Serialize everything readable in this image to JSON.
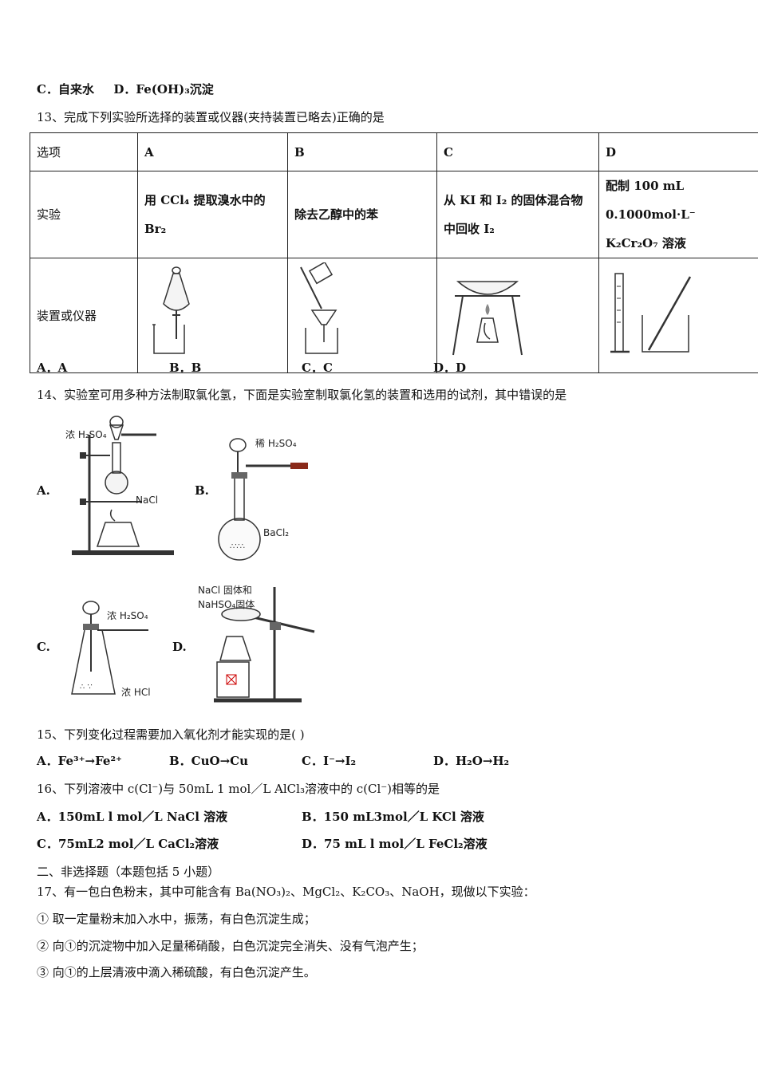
{
  "q12_tail": {
    "c": "C．自来水",
    "d": "D．Fe(OH)₃沉淀"
  },
  "q13": {
    "stem": "13、完成下列实验所选择的装置或仪器(夹持装置已略去)正确的是",
    "headers": [
      "选项",
      "A",
      "B",
      "C",
      "D"
    ],
    "row_experiment_label": "实验",
    "experiments": [
      "用 CCl₄ 提取溴水中的 Br₂",
      "除去乙醇中的苯",
      "从 KI 和 I₂ 的固体混合物中回收 I₂",
      "配制 100 mL 0.1000mol·L⁻ K₂Cr₂O₇ 溶液"
    ],
    "row_apparatus_label": "装置或仪器",
    "options": [
      "A．A",
      "B．B",
      "C．C",
      "D．D"
    ]
  },
  "q14": {
    "stem": "14、实验室可用多种方法制取氯化氢，下面是实验室制取氯化氢的装置和选用的试剂，其中错误的是",
    "option_letters": [
      "A.",
      "B.",
      "C.",
      "D."
    ],
    "figure_labels": {
      "a_acid": "浓 H₂SO₄",
      "a_solid": "NaCl",
      "b_acid": "稀 H₂SO₄",
      "b_solid": "BaCl₂",
      "c_acid": "浓 H₂SO₄",
      "c_liquid": "浓 HCl",
      "d_solid1": "NaCl 固体和",
      "d_solid2": "NaHSO₄固体"
    }
  },
  "q15": {
    "stem": "15、下列变化过程需要加入氧化剂才能实现的是(   )",
    "options": [
      "A．Fe³⁺→Fe²⁺",
      "B．CuO→Cu",
      "C．I⁻→I₂",
      "D．H₂O→H₂"
    ]
  },
  "q16": {
    "stem": "16、下列溶液中 c(Cl⁻)与 50mL 1 mol／L AlCl₃溶液中的 c(Cl⁻)相等的是",
    "options": [
      "A．150mL l mol／L NaCl 溶液",
      "B．150 mL3mol／L KCl 溶液",
      "C．75mL2 mol／L CaCl₂溶液",
      "D．75 mL l mol／L FeCl₂溶液"
    ]
  },
  "section2": "二、非选择题（本题包括 5 小题）",
  "q17": {
    "stem": "17、有一包白色粉末，其中可能含有 Ba(NO₃)₂、MgCl₂、K₂CO₃、NaOH，现做以下实验：",
    "steps": [
      "① 取一定量粉末加入水中，振荡，有白色沉淀生成；",
      "② 向①的沉淀物中加入足量稀硝酸，白色沉淀完全消失、没有气泡产生；",
      "③ 向①的上层清液中滴入稀硫酸，有白色沉淀产生。"
    ]
  }
}
